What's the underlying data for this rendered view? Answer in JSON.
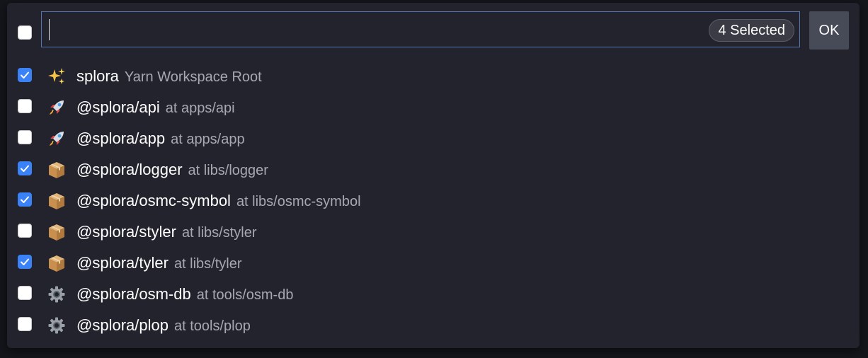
{
  "filter": {
    "value": "",
    "selected_badge": "4 Selected",
    "ok_label": "OK"
  },
  "items": [
    {
      "checked": true,
      "icon": "sparkles-icon",
      "name": "splora",
      "description": "Yarn Workspace Root"
    },
    {
      "checked": false,
      "icon": "rocket-icon",
      "name": "@splora/api",
      "description": "at apps/api"
    },
    {
      "checked": false,
      "icon": "rocket-icon",
      "name": "@splora/app",
      "description": "at apps/app"
    },
    {
      "checked": true,
      "icon": "package-icon",
      "name": "@splora/logger",
      "description": "at libs/logger"
    },
    {
      "checked": true,
      "icon": "package-icon",
      "name": "@splora/osmc-symbol",
      "description": "at libs/osmc-symbol"
    },
    {
      "checked": false,
      "icon": "package-icon",
      "name": "@splora/styler",
      "description": "at libs/styler"
    },
    {
      "checked": true,
      "icon": "package-icon",
      "name": "@splora/tyler",
      "description": "at libs/tyler"
    },
    {
      "checked": false,
      "icon": "gear-icon",
      "name": "@splora/osm-db",
      "description": "at tools/osm-db"
    },
    {
      "checked": false,
      "icon": "gear-icon",
      "name": "@splora/plop",
      "description": "at tools/plop"
    }
  ],
  "colors": {
    "panel_bg": "#22232d",
    "checkbox_checked": "#3b82f6",
    "focus_border": "#5676b0",
    "secondary_text": "#a8a9b0"
  }
}
